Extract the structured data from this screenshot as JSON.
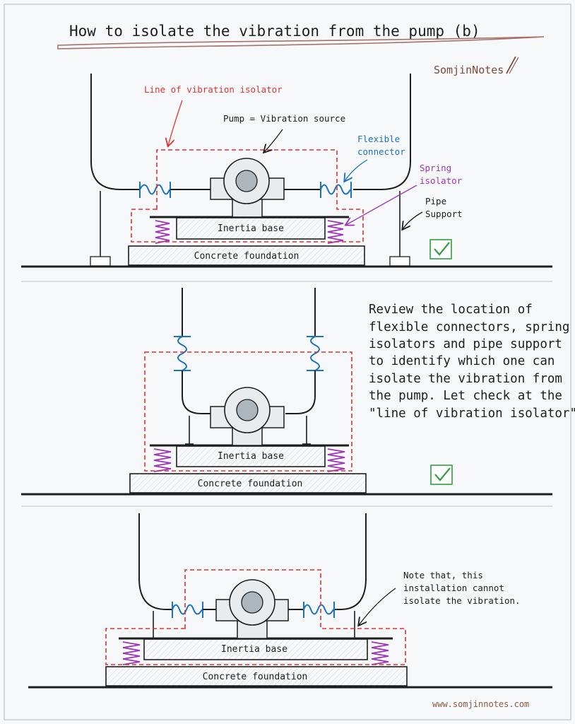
{
  "title": "How to isolate the vibration from the pump (b)",
  "brand": "SomjinNotes",
  "website": "www.somjinnotes.com",
  "colors": {
    "isolation_line": "#e03131",
    "flexible_connector": "#1971c2",
    "spring_isolator": "#9c36b5",
    "check": "#2f9e44",
    "ink": "#1e1e1e",
    "brand": "#7a4a3a"
  },
  "diagram1": {
    "label_isolation_line": "Line of vibration isolator",
    "label_pump": "Pump = Vibration source",
    "label_flex_1": "Flexible",
    "label_flex_2": "connector",
    "label_spring_1": "Spring",
    "label_spring_2": "isolator",
    "label_support_1": "Pipe",
    "label_support_2": "Support",
    "inertia_base": "Inertia base",
    "concrete_foundation": "Concrete foundation",
    "verdict": "check"
  },
  "diagram2": {
    "inertia_base": "Inertia base",
    "concrete_foundation": "Concrete foundation",
    "verdict": "check"
  },
  "review_text": [
    "Review the location of",
    "flexible connectors, spring",
    "isolators and pipe support",
    "to identify which one can",
    "isolate the vibration from",
    "the pump. Let check at the",
    "\"line of vibration isolator\"."
  ],
  "diagram3": {
    "note_1": "Note that, this",
    "note_2": "installation cannot",
    "note_3": "isolate the vibration.",
    "inertia_base": "Inertia base",
    "concrete_foundation": "Concrete foundation"
  }
}
